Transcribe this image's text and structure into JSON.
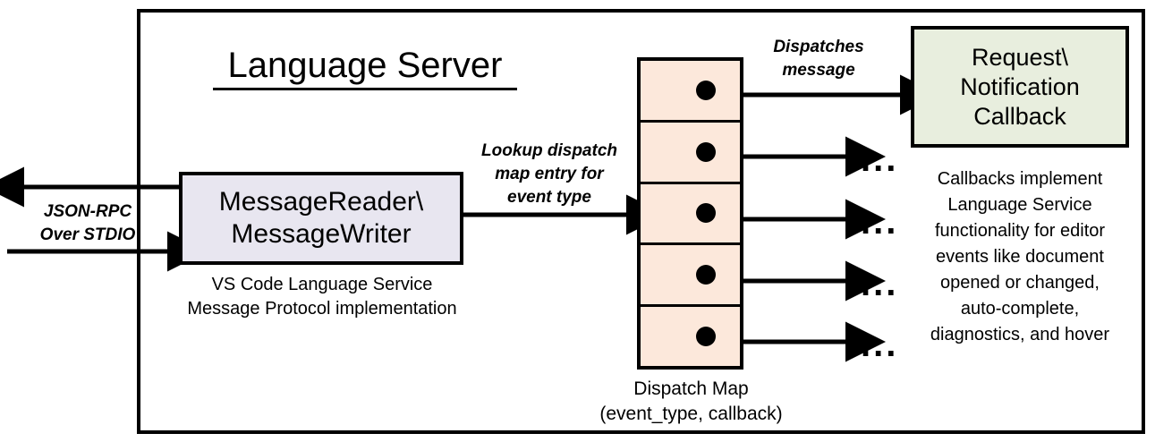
{
  "diagram": {
    "title": "Language Server",
    "type": "architecture-flow-diagram"
  },
  "external_io": {
    "label_line1": "JSON-RPC",
    "label_line2": "Over STDIO",
    "inbound_arrow": "arrow-right-into-message-reader",
    "outbound_arrow": "arrow-left-out-of-message-writer"
  },
  "message_layer": {
    "box_line1": "MessageReader\\",
    "box_line2": "MessageWriter",
    "caption_line1": "VS Code Language Service",
    "caption_line2": "Message Protocol implementation",
    "fill_color": "#E8E6F0"
  },
  "lookup_edge": {
    "line1": "Lookup dispatch",
    "line2": "map entry for",
    "line3": "event type"
  },
  "dispatch_map": {
    "caption_line1": "Dispatch Map",
    "caption_line2": "(event_type, callback)",
    "fill_color": "#FCE8DB",
    "rows": [
      {
        "index": 1,
        "dot": "entry-dot",
        "target": "callback-box",
        "ellipsis": ""
      },
      {
        "index": 2,
        "dot": "entry-dot",
        "target": "ellipsis",
        "ellipsis": "..."
      },
      {
        "index": 3,
        "dot": "entry-dot",
        "target": "ellipsis",
        "ellipsis": "..."
      },
      {
        "index": 4,
        "dot": "entry-dot",
        "target": "ellipsis",
        "ellipsis": "..."
      },
      {
        "index": 5,
        "dot": "entry-dot",
        "target": "ellipsis",
        "ellipsis": "..."
      }
    ]
  },
  "dispatch_edge": {
    "line1": "Dispatches",
    "line2": "message"
  },
  "callback": {
    "box_line1": "Request\\",
    "box_line2": "Notification",
    "box_line3": "Callback",
    "fill_color": "#E8EEDE",
    "caption_line1": "Callbacks implement",
    "caption_line2": "Language Service",
    "caption_line3": "functionality for editor",
    "caption_line4": "events like document",
    "caption_line5": "opened or changed,",
    "caption_line6": "auto-complete,",
    "caption_line7": "diagnostics, and hover"
  },
  "colors": {
    "stroke": "#000000",
    "background": "#FFFFFF"
  }
}
